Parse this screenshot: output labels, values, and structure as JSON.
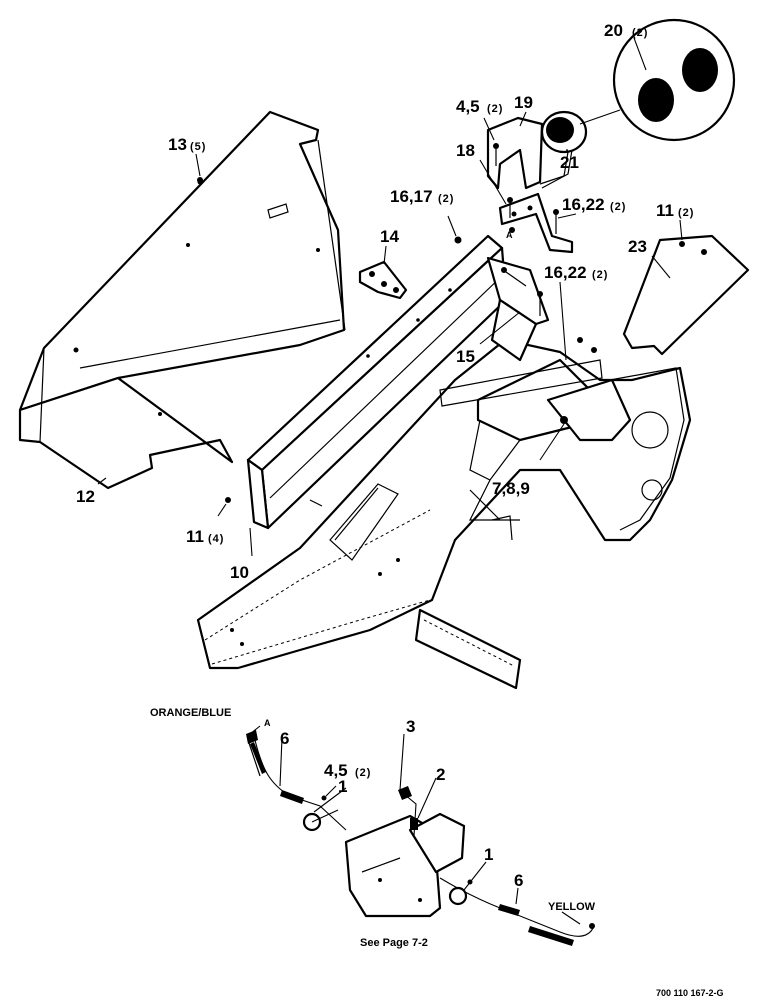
{
  "callouts": {
    "p20": {
      "num": "20",
      "qty": "(2)"
    },
    "p19": {
      "num": "19"
    },
    "p45a": {
      "num": "4,5",
      "qty": "(2)"
    },
    "p13": {
      "num": "13",
      "qty": "(5)"
    },
    "p18": {
      "num": "18"
    },
    "p21": {
      "num": "21"
    },
    "p1617": {
      "num": "16,17",
      "qty": "(2)"
    },
    "p1622a": {
      "num": "16,22",
      "qty": "(2)"
    },
    "p11a": {
      "num": "11",
      "qty": "(2)"
    },
    "p14": {
      "num": "14"
    },
    "p23": {
      "num": "23"
    },
    "p1622b": {
      "num": "16,22",
      "qty": "(2)"
    },
    "p15": {
      "num": "15"
    },
    "p789": {
      "num": "7,8,9"
    },
    "p12": {
      "num": "12"
    },
    "p11b": {
      "num": "11",
      "qty": "(4)"
    },
    "p10": {
      "num": "10"
    },
    "p3": {
      "num": "3"
    },
    "p6a": {
      "num": "6"
    },
    "p2": {
      "num": "2"
    },
    "p45b": {
      "num": "4,5",
      "qty": "(2)"
    },
    "p1a": {
      "num": "1"
    },
    "p1b": {
      "num": "1"
    },
    "p6b": {
      "num": "6"
    }
  },
  "wire_labels": {
    "orange_blue": "ORANGE/BLUE",
    "yellow": "YELLOW",
    "connector_a_top": "A",
    "connector_a_wire": "A"
  },
  "note": "See Page 7-2",
  "drawing_number": "700 110 167-2-G"
}
